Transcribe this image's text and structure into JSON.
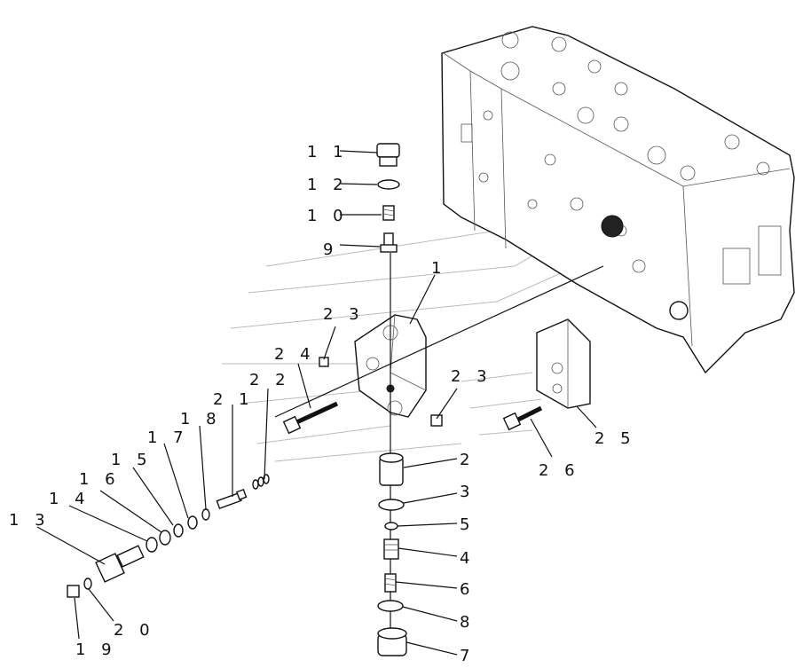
{
  "diagram": {
    "labels": {
      "p1": "1",
      "p2": "2",
      "p3": "3",
      "p4": "4",
      "p5": "5",
      "p6": "6",
      "p7": "7",
      "p8": "8",
      "p9": "9",
      "p10": "1 0",
      "p11": "1 1",
      "p12": "1 2",
      "p13": "1 3",
      "p14": "1 4",
      "p15": "1 5",
      "p16": "1 6",
      "p17": "1 7",
      "p18": "1 8",
      "p19": "1 9",
      "p20": "2 0",
      "p21": "2 1",
      "p22": "2 2",
      "p23a": "2 3",
      "p23b": "2 3",
      "p24": "2 4",
      "p25": "2 5",
      "p26": "2 6"
    }
  }
}
